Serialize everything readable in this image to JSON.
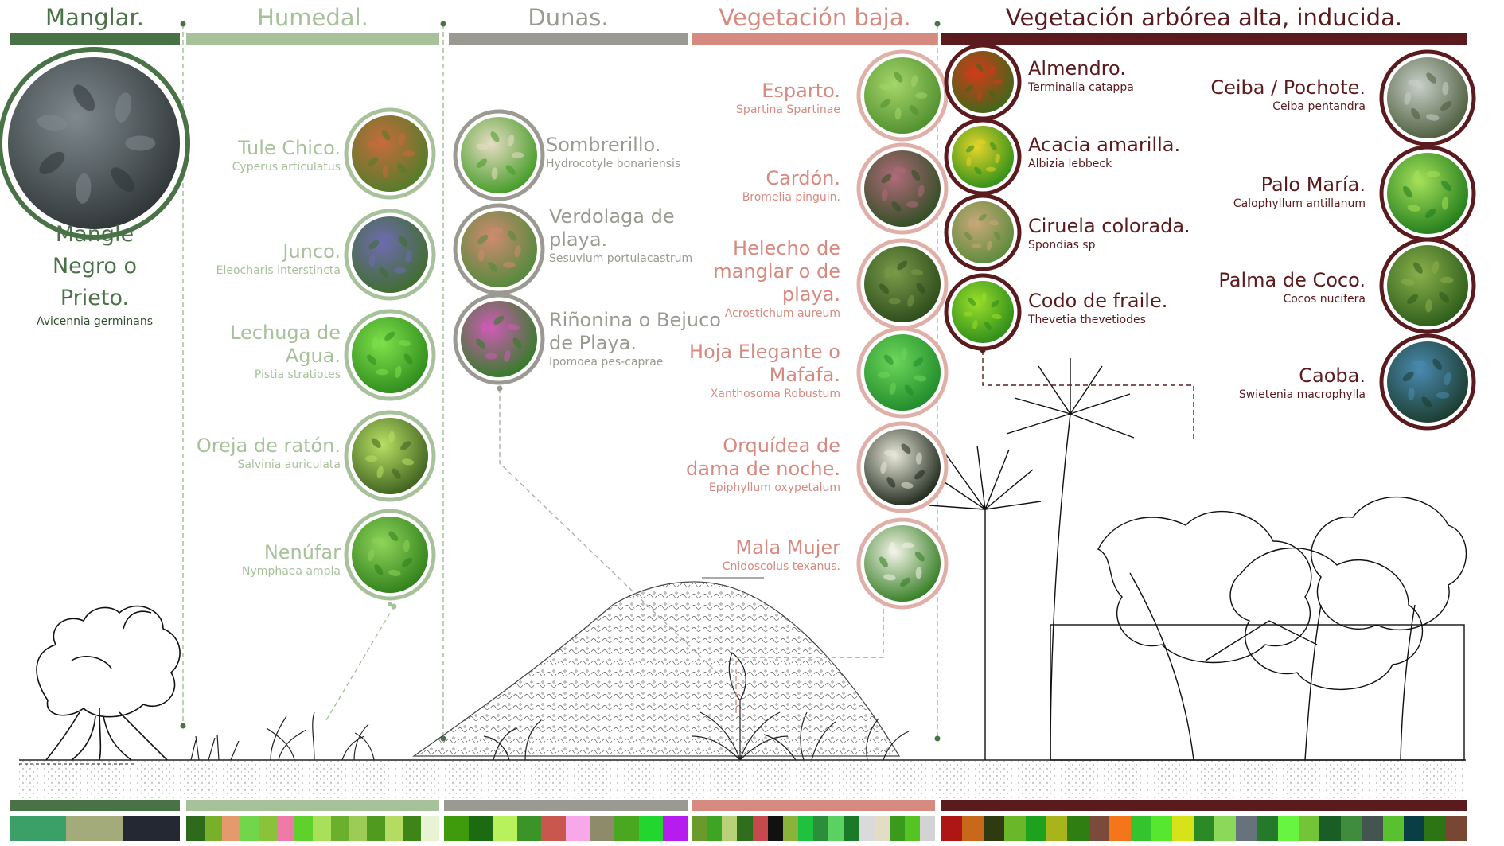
{
  "zones": [
    {
      "id": "manglar",
      "title": "Manglar.",
      "color": "#4a7247",
      "palette": [
        "#3aa067",
        "#a3ab7a",
        "#242833"
      ]
    },
    {
      "id": "humedal",
      "title": "Humedal.",
      "color": "#a7c29b",
      "palette": [
        "#2d6a1c",
        "#79b029",
        "#e59a6e",
        "#72d64a",
        "#8ac33a",
        "#ee7aa8",
        "#5ed12c",
        "#a9e05a",
        "#6bb02c",
        "#9ccc56",
        "#4f9a1f",
        "#b4dc63",
        "#3d8516",
        "#e8f3d4"
      ]
    },
    {
      "id": "dunas",
      "title": "Dunas.",
      "color": "#9a9a92",
      "palette": [
        "#3f9b0b",
        "#1d6b11",
        "#b7f25c",
        "#3c9428",
        "#c9574d",
        "#f7a8e8",
        "#8e8b6a",
        "#49a81f",
        "#22d62f",
        "#b61cef"
      ]
    },
    {
      "id": "vegetacion-baja",
      "title": "Vegetación baja.",
      "color": "#d68a80",
      "palette": [
        "#6b9a2c",
        "#3ea524",
        "#b9d27a",
        "#2f6e1d",
        "#c8494b",
        "#111111",
        "#8ab33a",
        "#1fc23e",
        "#2a8e3b",
        "#5ad160",
        "#1a7a2a",
        "#dadada",
        "#e3ddc6",
        "#3a9a1c",
        "#55c422",
        "#d3d3d3"
      ]
    },
    {
      "id": "vegetacion-arborea",
      "title": "Vegetación arbórea alta, inducida.",
      "color": "#5b1a1e",
      "palette": [
        "#ae1616",
        "#c8681a",
        "#2e3a10",
        "#6ab82a",
        "#1ea21e",
        "#a8b41c",
        "#2f7e12",
        "#7a4a3a",
        "#f5751b",
        "#33c42e",
        "#55e82e",
        "#d6e318",
        "#2b8a25",
        "#8bd85a",
        "#67737c",
        "#247a2a",
        "#68f542",
        "#73c436",
        "#1b5e25",
        "#3f8c3e",
        "#44544e",
        "#59c030",
        "#0a3e45",
        "#2c7414",
        "#7a4634"
      ]
    }
  ],
  "plants": {
    "manglar": [
      {
        "name": "Mangle Negro o Prieto.",
        "name_lines": [
          "Mangle",
          "Negro o",
          "Prieto."
        ],
        "sci": "Avicennia germinans",
        "icon": "mangrove-photo-icon",
        "tone": [
          "#7f8a8e",
          "#2e3436"
        ]
      }
    ],
    "humedal": [
      {
        "name": "Tule Chico.",
        "name_lines": [
          "Tule Chico."
        ],
        "sci": "Cyperus articulatus",
        "icon": "sedge-photo-icon",
        "tone": [
          "#c96a3c",
          "#4e7e2a"
        ]
      },
      {
        "name": "Junco.",
        "name_lines": [
          "Junco."
        ],
        "sci": "Eleocharis interstincta",
        "icon": "rush-photo-icon",
        "tone": [
          "#6e6bb0",
          "#3f6e2a"
        ]
      },
      {
        "name": "Lechuga de Agua.",
        "name_lines": [
          "Lechuga de",
          "Agua."
        ],
        "sci": "Pistia stratiotes",
        "icon": "water-lettuce-photo-icon",
        "tone": [
          "#7fe04a",
          "#2d8a1c"
        ]
      },
      {
        "name": "Oreja de ratón.",
        "name_lines": [
          "Oreja de ratón."
        ],
        "sci": "Salvinia auriculata",
        "icon": "salvinia-photo-icon",
        "tone": [
          "#b8e064",
          "#3b5e1e"
        ]
      },
      {
        "name": "Nenúfar",
        "name_lines": [
          "Nenúfar"
        ],
        "sci": "Nymphaea ampla",
        "icon": "water-lily-photo-icon",
        "tone": [
          "#8ed45a",
          "#2f7e1a"
        ]
      }
    ],
    "dunas": [
      {
        "name": "Sombrerillo.",
        "name_lines": [
          "Sombrerillo."
        ],
        "sci": "Hydrocotyle bonariensis",
        "icon": "pennywort-photo-icon",
        "tone": [
          "#e8dcc4",
          "#3f9a22"
        ]
      },
      {
        "name": "Verdolaga de playa.",
        "name_lines": [
          "Verdolaga de",
          "playa."
        ],
        "sci": "Sesuvium portulacastrum",
        "icon": "sea-purslane-photo-icon",
        "tone": [
          "#d08a70",
          "#4e8a3a"
        ]
      },
      {
        "name": "Riñonina o Bejuco de Playa.",
        "name_lines": [
          "Riñonina o Bejuco",
          "de Playa."
        ],
        "sci": "Ipomoea pes-caprae",
        "icon": "beach-morning-glory-photo-icon",
        "tone": [
          "#d25ab8",
          "#2e7e22"
        ]
      }
    ],
    "vegetacion-baja": [
      {
        "name": "Esparto.",
        "name_lines": [
          "Esparto."
        ],
        "sci": "Spartina Spartinae",
        "icon": "cordgrass-photo-icon",
        "tone": [
          "#a6d66a",
          "#4e8e2e"
        ]
      },
      {
        "name": "Cardón.",
        "name_lines": [
          "Cardón."
        ],
        "sci": "Bromelia pinguin.",
        "icon": "bromeliad-photo-icon",
        "tone": [
          "#b06a7a",
          "#2e4e22"
        ]
      },
      {
        "name": "Helecho de manglar o de playa.",
        "name_lines": [
          "Helecho de",
          "manglar o de",
          "playa."
        ],
        "sci": "Acrostichum aureum",
        "icon": "fern-photo-icon",
        "tone": [
          "#7a9a4a",
          "#2a4a1a"
        ]
      },
      {
        "name": "Hoja Elegante o Mafafa.",
        "name_lines": [
          "Hoja Elegante o",
          "Mafafa."
        ],
        "sci": "Xanthosoma Robustum",
        "icon": "elephant-ear-photo-icon",
        "tone": [
          "#6ed65a",
          "#1e8a2a"
        ]
      },
      {
        "name": "Orquídea de dama de noche.",
        "name_lines": [
          "Orquídea de",
          "dama de noche."
        ],
        "sci": "Epiphyllum oxypetalum",
        "icon": "night-orchid-photo-icon",
        "tone": [
          "#e8e8d8",
          "#1a2418"
        ]
      },
      {
        "name": "Mala Mujer",
        "name_lines": [
          "Mala Mujer"
        ],
        "sci": "Cnidoscolus texanus.",
        "icon": "bull-nettle-photo-icon",
        "tone": [
          "#f4f4e8",
          "#2f7a1e"
        ]
      }
    ],
    "vegetacion-arborea": [
      {
        "name": "Almendro.",
        "name_lines": [
          "Almendro."
        ],
        "sci": "Terminalia catappa",
        "icon": "almond-tree-photo-icon",
        "tone": [
          "#d43a1a",
          "#3a6a1a"
        ]
      },
      {
        "name": "Acacia amarilla.",
        "name_lines": [
          "Acacia amarilla."
        ],
        "sci": "Albizia lebbeck",
        "icon": "acacia-photo-icon",
        "tone": [
          "#e6d42a",
          "#2a8e1a"
        ]
      },
      {
        "name": "Ciruela colorada.",
        "name_lines": [
          "Ciruela colorada."
        ],
        "sci": "Spondias sp",
        "icon": "plum-photo-icon",
        "tone": [
          "#c8a87a",
          "#5a8a3a"
        ]
      },
      {
        "name": "Codo de fraile.",
        "name_lines": [
          "Codo de fraile."
        ],
        "sci": "Thevetia thevetiodes",
        "icon": "yellow-oleander-photo-icon",
        "tone": [
          "#9ade2a",
          "#2a8a1a"
        ]
      },
      {
        "name": "Ceiba / Pochote.",
        "name_lines": [
          "Ceiba / Pochote."
        ],
        "sci": "Ceiba pentandra",
        "icon": "ceiba-photo-icon",
        "tone": [
          "#c8d0c8",
          "#4a5a3a"
        ]
      },
      {
        "name": "Palo María.",
        "name_lines": [
          "Palo María."
        ],
        "sci": "Calophyllum antillanum",
        "icon": "palo-maria-photo-icon",
        "tone": [
          "#a6e05a",
          "#1e7a1a"
        ]
      },
      {
        "name": "Palma de Coco.",
        "name_lines": [
          "Palma de Coco."
        ],
        "sci": "Cocos nucifera",
        "icon": "coconut-palm-photo-icon",
        "tone": [
          "#8ab04a",
          "#2a5a1a"
        ]
      },
      {
        "name": "Caoba.",
        "name_lines": [
          "Caoba."
        ],
        "sci": "Swietenia macrophylla",
        "icon": "mahogany-photo-icon",
        "tone": [
          "#4a8ab0",
          "#1a3a2a"
        ]
      }
    ]
  }
}
